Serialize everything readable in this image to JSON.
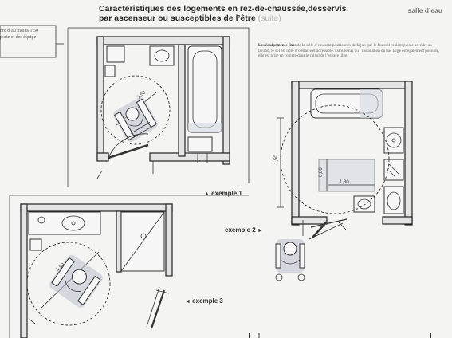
{
  "header": {
    "title_line1": "Caractéristiques des logements en rez-de-chaussée,desservis",
    "title_line2": "par ascenseur ou susceptibles de l’être",
    "title_suffix": "(suite)",
    "section_tag": "salle d’eau"
  },
  "margin_note": {
    "line1": "dre d’au moins 1,50",
    "line2": "porte et des équipe-"
  },
  "intro": {
    "bold": "Les équipements fixes",
    "text": " de la salle d’eau sont positionnés de façon que le fauteuil roulant puisse accéder au lavabo, le sol est libre d’obstacle et accessible. Dans le cas où l’installation du bac large est également possible, elle est prise en compte dans le calcul de l’espace libre."
  },
  "captions": {
    "ex1": "exemple 1",
    "ex2": "exemple 2",
    "ex3": "exemple 3"
  },
  "dimensions": {
    "ex1_circle": "1,50",
    "ex2_height": "1,50",
    "ex2_space_h": "0,80",
    "ex2_space_w": "1,30",
    "ex3_circle": "1,50"
  }
}
